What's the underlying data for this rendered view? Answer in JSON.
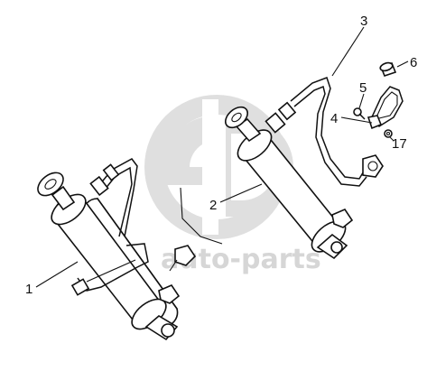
{
  "diagram": {
    "callouts": {
      "c1": "1",
      "c2": "2",
      "c3": "3",
      "c4": "4",
      "c5": "5",
      "c6": "6",
      "c17": "17"
    },
    "watermark": {
      "text": "auto-parts",
      "color": "#d6d6d6"
    }
  }
}
